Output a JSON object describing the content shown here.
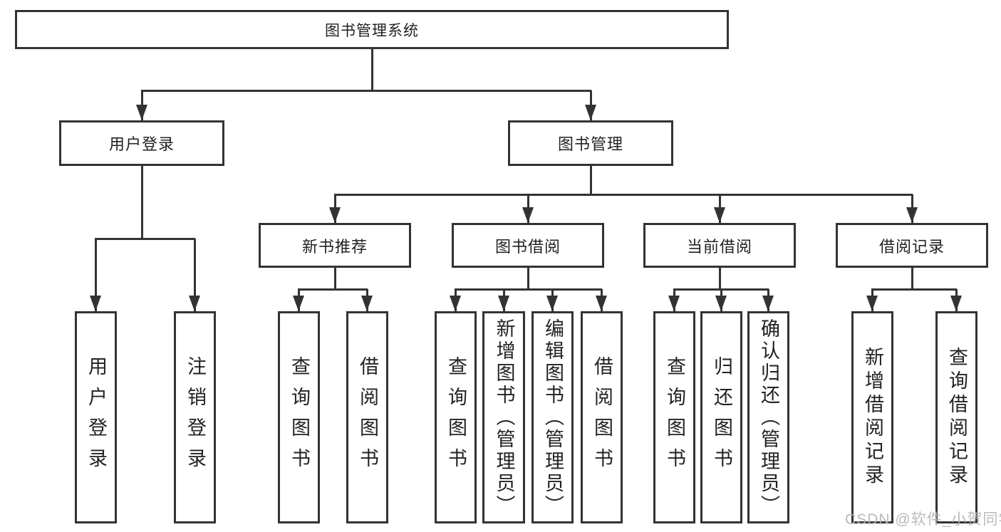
{
  "watermark": "CSDN @软件_小贺同学",
  "tree": {
    "root": "图书管理系统",
    "branches": [
      {
        "label": "用户登录",
        "leaves": [
          "用户登录",
          "注销登录"
        ]
      },
      {
        "label": "图书管理",
        "modules": [
          {
            "label": "新书推荐",
            "leaves": [
              "查询图书",
              "借阅图书"
            ]
          },
          {
            "label": "图书借阅",
            "leaves": [
              "查询图书",
              "新增图书（管理员）",
              "编辑图书（管理员）",
              "借阅图书"
            ]
          },
          {
            "label": "当前借阅",
            "leaves": [
              "查询图书",
              "归还图书",
              "确认归还（管理员）"
            ]
          },
          {
            "label": "借阅记录",
            "leaves": [
              "新增借阅记录",
              "查询借阅记录"
            ]
          }
        ]
      }
    ]
  },
  "colors": {
    "line": "#333333",
    "text": "#222222",
    "background": "#ffffff",
    "watermark": "#b4b4b4"
  }
}
